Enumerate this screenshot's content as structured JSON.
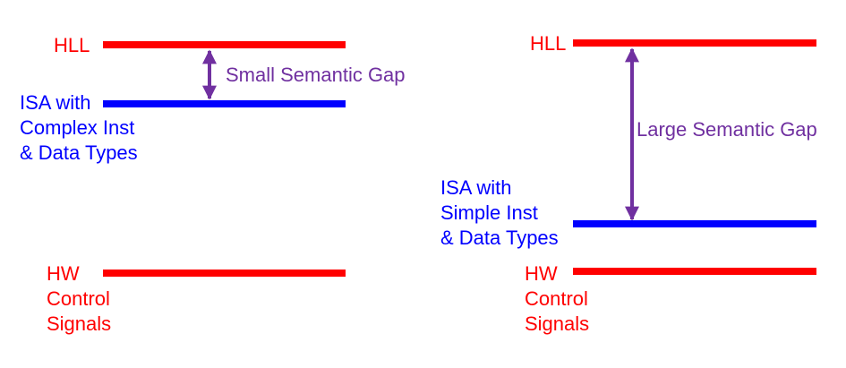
{
  "colors": {
    "hll": "#ff0000",
    "isa": "#0000ff",
    "hw": "#ff0000",
    "gap": "#7030a0"
  },
  "left": {
    "hll_label": "HLL",
    "isa_label": [
      "ISA with",
      "Complex Inst",
      "& Data Types"
    ],
    "hw_label": [
      "HW",
      "Control",
      "Signals"
    ],
    "gap_label": "Small Semantic Gap"
  },
  "right": {
    "hll_label": "HLL",
    "isa_label": [
      "ISA with",
      "Simple Inst",
      "& Data Types"
    ],
    "hw_label": [
      "HW",
      "Control",
      "Signals"
    ],
    "gap_label": "Large Semantic Gap"
  }
}
